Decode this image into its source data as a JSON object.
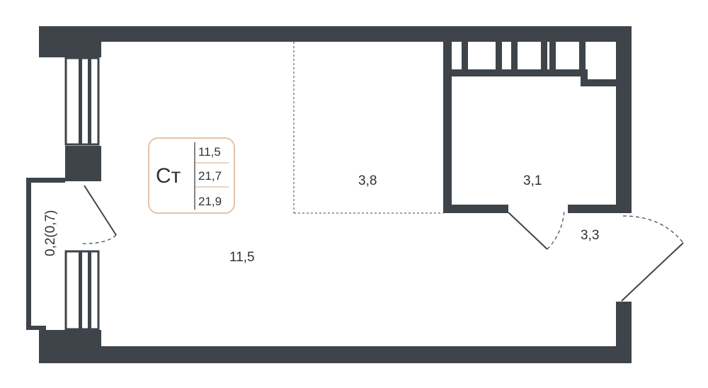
{
  "badge": {
    "type_label": "Ст",
    "values": [
      "11,5",
      "21,7",
      "21,9"
    ],
    "border_color": "#e3c4a8"
  },
  "rooms": {
    "living": "11,5",
    "kitchen_zone": "3,8",
    "bathroom": "3,1",
    "hallway": "3,3",
    "balcony": "0,2(0,7)"
  },
  "colors": {
    "wall": "#3e444a",
    "text": "#2e3338"
  }
}
